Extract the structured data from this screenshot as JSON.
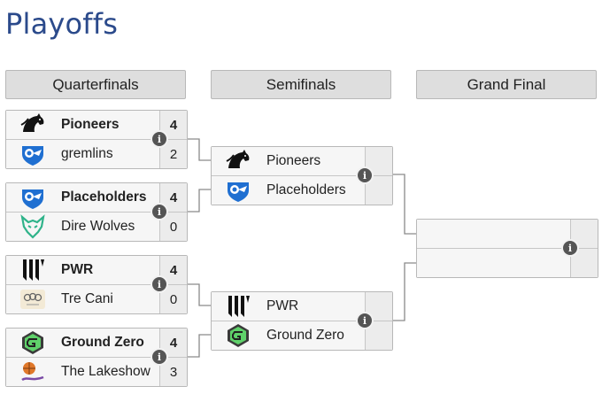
{
  "title": "Playoffs",
  "rounds": [
    "Quarterfinals",
    "Semifinals",
    "Grand Final"
  ],
  "quarterfinals": [
    {
      "top": {
        "name": "Pioneers",
        "score": "4",
        "logo": "pioneers-horse-logo"
      },
      "bottom": {
        "name": "gremlins",
        "score": "2",
        "logo": "rocket-league-logo"
      }
    },
    {
      "top": {
        "name": "Placeholders",
        "score": "4",
        "logo": "rocket-league-logo"
      },
      "bottom": {
        "name": "Dire Wolves",
        "score": "0",
        "logo": "wolf-logo"
      }
    },
    {
      "top": {
        "name": "PWR",
        "score": "4",
        "logo": "pwr-logo"
      },
      "bottom": {
        "name": "Tre Cani",
        "score": "0",
        "logo": "tre-cani-logo"
      }
    },
    {
      "top": {
        "name": "Ground Zero",
        "score": "4",
        "logo": "ground-zero-logo"
      },
      "bottom": {
        "name": "The Lakeshow",
        "score": "3",
        "logo": "lakeshow-logo"
      }
    }
  ],
  "semifinals": [
    {
      "top": {
        "name": "Pioneers",
        "score": "",
        "logo": "pioneers-horse-logo"
      },
      "bottom": {
        "name": "Placeholders",
        "score": "",
        "logo": "rocket-league-logo"
      }
    },
    {
      "top": {
        "name": "PWR",
        "score": "",
        "logo": "pwr-logo"
      },
      "bottom": {
        "name": "Ground Zero",
        "score": "",
        "logo": "ground-zero-logo"
      }
    }
  ],
  "grand_final": {
    "top": {
      "name": "",
      "score": ""
    },
    "bottom": {
      "name": "",
      "score": ""
    }
  },
  "info_icon_glyph": "i",
  "colors": {
    "title": "#2b4a8b",
    "header_bg": "#dedede",
    "connector": "#8a8a8a"
  }
}
